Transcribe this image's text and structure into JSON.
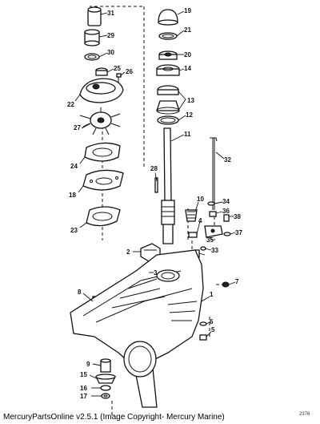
{
  "footer": {
    "credit": "MercuryPartsOnline v2.5.1 (Image Copyright- Mercury Marine)",
    "drawing_number": "2376"
  },
  "callouts": [
    "31",
    "29",
    "30",
    "25",
    "26",
    "22",
    "27",
    "24",
    "18",
    "23",
    "19",
    "21",
    "20",
    "14",
    "13",
    "12",
    "11",
    "32",
    "28",
    "10",
    "34",
    "36",
    "38",
    "4",
    "35",
    "37",
    "33",
    "2",
    "3",
    "7",
    "8",
    "1",
    "6",
    "5",
    "9",
    "15",
    "16",
    "17"
  ]
}
